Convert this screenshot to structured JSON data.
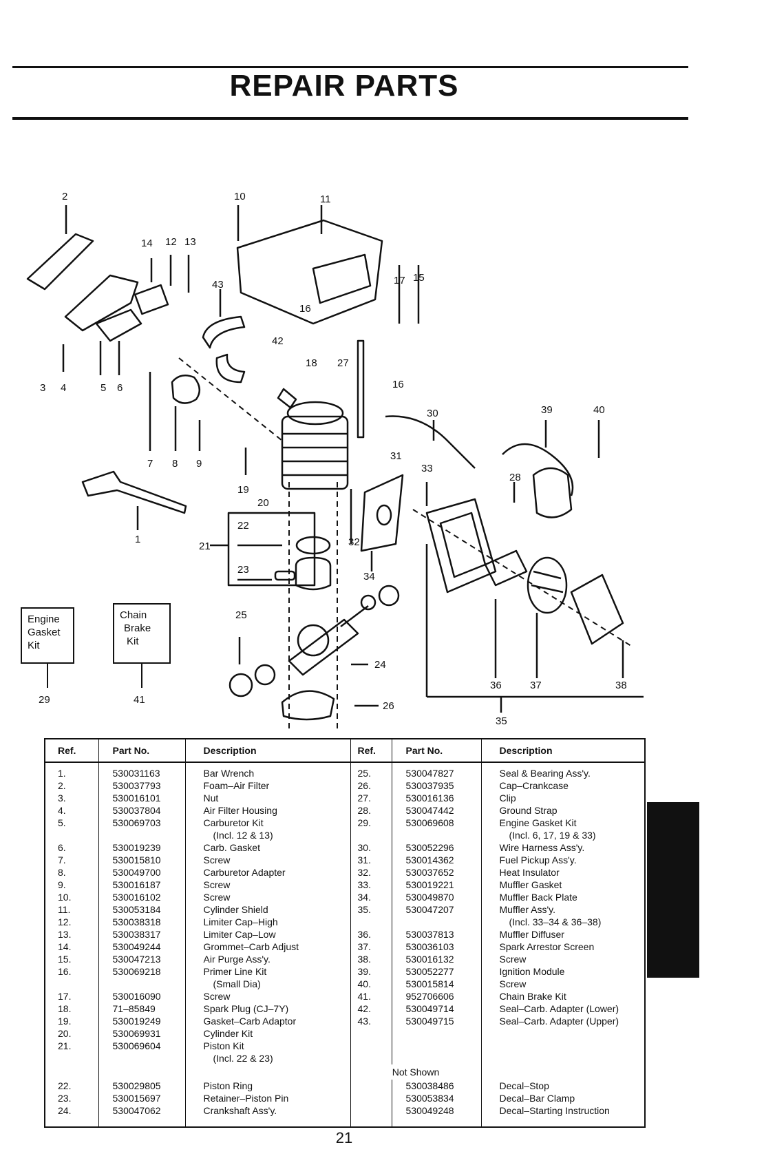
{
  "header": {
    "title": "REPAIR PARTS"
  },
  "diagram": {
    "callouts": [
      "2",
      "10",
      "11",
      "14",
      "12",
      "13",
      "43",
      "17",
      "15",
      "16",
      "3",
      "4",
      "5",
      "6",
      "42",
      "18",
      "27",
      "16",
      "30",
      "39",
      "40",
      "7",
      "8",
      "9",
      "19",
      "31",
      "33",
      "28",
      "20",
      "1",
      "22",
      "21",
      "32",
      "23",
      "34",
      "25",
      "24",
      "36",
      "37",
      "38",
      "26",
      "35"
    ]
  },
  "kits": [
    {
      "label_lines": [
        "Engine",
        "Gasket",
        "Kit"
      ],
      "ref": "29"
    },
    {
      "label_lines": [
        "Chain",
        "Brake",
        "Kit"
      ],
      "ref": "41"
    }
  ],
  "table": {
    "headers": [
      "Ref.",
      "Part No.",
      "Description",
      "Ref.",
      "Part No.",
      "Description"
    ],
    "rows": [
      [
        "1.",
        "530031163",
        "Bar Wrench",
        "25.",
        "530047827",
        "Seal & Bearing Ass'y."
      ],
      [
        "2.",
        "530037793",
        "Foam–Air Filter",
        "26.",
        "530037935",
        "Cap–Crankcase"
      ],
      [
        "3.",
        "530016101",
        "Nut",
        "27.",
        "530016136",
        "Clip"
      ],
      [
        "4.",
        "530037804",
        "Air Filter Housing",
        "28.",
        "530047442",
        "Ground Strap"
      ],
      [
        "5.",
        "530069703",
        "Carburetor Kit",
        "29.",
        "530069608",
        "Engine Gasket Kit"
      ],
      [
        "",
        "",
        "(Incl. 12 & 13)",
        "",
        "",
        "(Incl. 6, 17, 19 & 33)"
      ],
      [
        "6.",
        "530019239",
        "Carb. Gasket",
        "30.",
        "530052296",
        "Wire Harness Ass'y."
      ],
      [
        "7.",
        "530015810",
        "Screw",
        "31.",
        "530014362",
        "Fuel Pickup Ass'y."
      ],
      [
        "8.",
        "530049700",
        "Carburetor Adapter",
        "32.",
        "530037652",
        "Heat Insulator"
      ],
      [
        "9.",
        "530016187",
        "Screw",
        "33.",
        "530019221",
        "Muffler Gasket"
      ],
      [
        "10.",
        "530016102",
        "Screw",
        "34.",
        "530049870",
        "Muffler Back Plate"
      ],
      [
        "11.",
        "530053184",
        "Cylinder Shield",
        "35.",
        "530047207",
        "Muffler Ass'y."
      ],
      [
        "12.",
        "530038318",
        "Limiter Cap–High",
        "",
        "",
        "(Incl. 33–34 & 36–38)"
      ],
      [
        "13.",
        "530038317",
        "Limiter Cap–Low",
        "36.",
        "530037813",
        "Muffler Diffuser"
      ],
      [
        "14.",
        "530049244",
        "Grommet–Carb Adjust",
        "37.",
        "530036103",
        "Spark Arrestor Screen"
      ],
      [
        "15.",
        "530047213",
        "Air Purge Ass'y.",
        "38.",
        "530016132",
        "Screw"
      ],
      [
        "16.",
        "530069218",
        "Primer Line Kit",
        "39.",
        "530052277",
        "Ignition Module"
      ],
      [
        "",
        "",
        "(Small Dia)",
        "40.",
        "530015814",
        "Screw"
      ],
      [
        "17.",
        "530016090",
        "Screw",
        "41.",
        "952706606",
        "Chain Brake Kit"
      ],
      [
        "18.",
        "71–85849",
        "Spark Plug (CJ–7Y)",
        "42.",
        "530049714",
        "Seal–Carb. Adapter (Lower)"
      ],
      [
        "19.",
        "530019249",
        "Gasket–Carb Adaptor",
        "43.",
        "530049715",
        "Seal–Carb. Adapter (Upper)"
      ],
      [
        "20.",
        "530069931",
        "Cylinder Kit",
        "",
        "",
        ""
      ],
      [
        "21.",
        "530069604",
        "Piston Kit",
        "",
        "",
        ""
      ],
      [
        "",
        "",
        "(Incl. 22 & 23)",
        "",
        "",
        ""
      ],
      [
        "22.",
        "530029805",
        "Piston Ring",
        "",
        "530038486",
        "Decal–Stop"
      ],
      [
        "23.",
        "530015697",
        "Retainer–Piston Pin",
        "",
        "530053834",
        "Decal–Bar Clamp"
      ],
      [
        "24.",
        "530047062",
        "Crankshaft Ass'y.",
        "",
        "530049248",
        "Decal–Starting Instruction"
      ]
    ],
    "not_shown_label": "Not Shown"
  },
  "footer": {
    "page_number": "21"
  }
}
